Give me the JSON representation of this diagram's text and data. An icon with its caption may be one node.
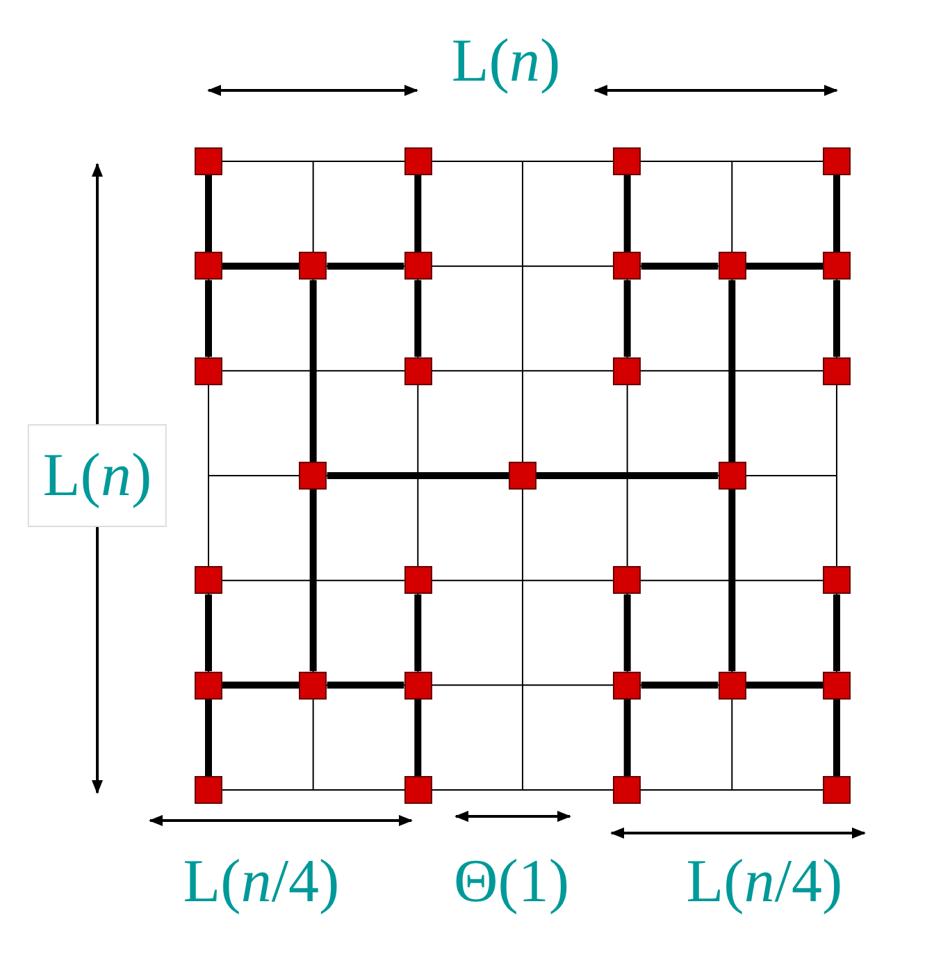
{
  "diagram": {
    "nodes": [
      {
        "text": [],
        "shape": "box"
      },
      {
        "text": [],
        "shape": "box"
      },
      {
        "text": [],
        "shape": "box"
      },
      {
        "text": [],
        "shape": "box"
      },
      {
        "text": [],
        "shape": "box"
      },
      {
        "text": [],
        "shape": "box"
      },
      {
        "text": [],
        "shape": "box"
      },
      {
        "text": [],
        "shape": "box"
      },
      {
        "text": [],
        "shape": "box"
      },
      {
        "text": [],
        "shape": "box"
      },
      {
        "text": [],
        "shape": "box"
      },
      {
        "text": [],
        "shape": "box"
      },
      {
        "text": [],
        "shape": "box"
      },
      {
        "text": [],
        "shape": "box"
      },
      {
        "text": [],
        "shape": "box"
      },
      {
        "text": [],
        "shape": "box"
      },
      {
        "text": [],
        "shape": "box"
      },
      {
        "text": [],
        "shape": "box"
      },
      {
        "text": [],
        "shape": "box"
      },
      {
        "text": [],
        "shape": "box"
      },
      {
        "text": [],
        "shape": "box"
      },
      {
        "text": [],
        "shape": "box"
      },
      {
        "text": [],
        "shape": "box"
      },
      {
        "text": [],
        "shape": "box"
      },
      {
        "text": [],
        "shape": "box"
      },
      {
        "text": [],
        "shape": "box"
      },
      {
        "text": [],
        "shape": "box"
      },
      {
        "text": [],
        "shape": "box"
      },
      {
        "text": [],
        "shape": "box"
      },
      {
        "text": [],
        "shape": "box"
      },
      {
        "text": [],
        "shape": "box"
      }
    ],
    "edges": [
      {
        "from": 15,
        "to": 14,
        "arrow": "none"
      },
      {
        "from": 15,
        "to": 16,
        "arrow": "none"
      },
      {
        "from": 14,
        "to": 5,
        "arrow": "none"
      },
      {
        "from": 14,
        "to": 22,
        "arrow": "none"
      },
      {
        "from": 16,
        "to": 8,
        "arrow": "none"
      },
      {
        "from": 16,
        "to": 25,
        "arrow": "none"
      },
      {
        "from": 5,
        "to": 4,
        "arrow": "none"
      },
      {
        "from": 5,
        "to": 6,
        "arrow": "none"
      },
      {
        "from": 8,
        "to": 7,
        "arrow": "none"
      },
      {
        "from": 8,
        "to": 9,
        "arrow": "none"
      },
      {
        "from": 22,
        "to": 21,
        "arrow": "none"
      },
      {
        "from": 22,
        "to": 23,
        "arrow": "none"
      },
      {
        "from": 25,
        "to": 24,
        "arrow": "none"
      },
      {
        "from": 25,
        "to": 26,
        "arrow": "none"
      },
      {
        "from": 4,
        "to": 0,
        "arrow": "none"
      },
      {
        "from": 4,
        "to": 10,
        "arrow": "none"
      },
      {
        "from": 6,
        "to": 1,
        "arrow": "none"
      },
      {
        "from": 6,
        "to": 11,
        "arrow": "none"
      },
      {
        "from": 7,
        "to": 2,
        "arrow": "none"
      },
      {
        "from": 7,
        "to": 12,
        "arrow": "none"
      },
      {
        "from": 9,
        "to": 3,
        "arrow": "none"
      },
      {
        "from": 9,
        "to": 13,
        "arrow": "none"
      },
      {
        "from": 21,
        "to": 17,
        "arrow": "none"
      },
      {
        "from": 21,
        "to": 27,
        "arrow": "none"
      },
      {
        "from": 23,
        "to": 18,
        "arrow": "none"
      },
      {
        "from": 23,
        "to": 28,
        "arrow": "none"
      },
      {
        "from": 24,
        "to": 19,
        "arrow": "none"
      },
      {
        "from": 24,
        "to": 29,
        "arrow": "none"
      },
      {
        "from": 26,
        "to": 20,
        "arrow": "none"
      },
      {
        "from": 26,
        "to": 30,
        "arrow": "none"
      }
    ],
    "labels": [
      "L(*n*)",
      "L(*n*)",
      "L(*n*/4)",
      "Θ(1)",
      "L(*n*/4)"
    ]
  }
}
